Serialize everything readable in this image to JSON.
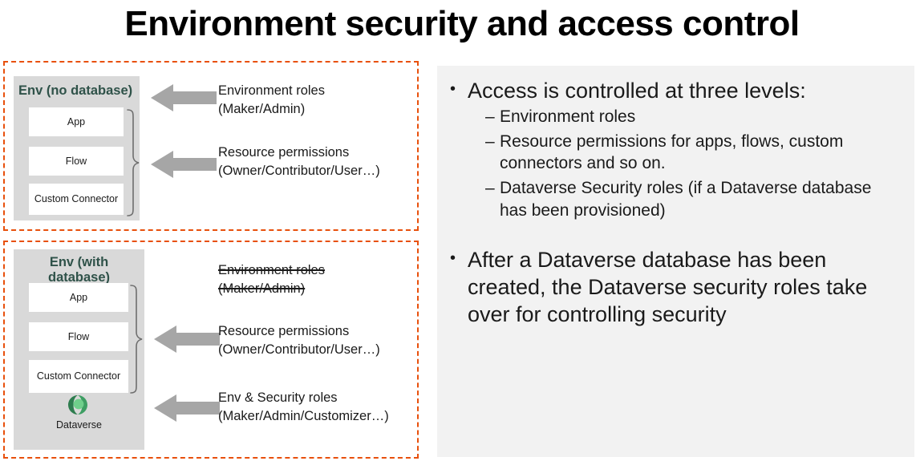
{
  "slide": {
    "title": "Environment security and access control"
  },
  "diagram": {
    "no_database": {
      "group_name": "Env (no database) group",
      "panel_title": "Env (no database)",
      "resources": [
        {
          "label": "App"
        },
        {
          "label": "Flow"
        },
        {
          "label": "Custom Connector"
        }
      ],
      "callouts": [
        {
          "line1": "Environment roles",
          "line2": "(Maker/Admin)",
          "struck": false,
          "has_arrow": true
        },
        {
          "line1": "Resource permissions",
          "line2": "(Owner/Contributor/User…)",
          "struck": false,
          "has_arrow": true
        }
      ]
    },
    "with_database": {
      "group_name": "Env (with database) group",
      "panel_title_line1": "Env (with",
      "panel_title_line2": "database)",
      "resources": [
        {
          "label": "App"
        },
        {
          "label": "Flow"
        },
        {
          "label": "Custom Connector"
        }
      ],
      "dataverse": {
        "label": "Dataverse",
        "icon": "dataverse-icon"
      },
      "callouts": [
        {
          "line1": "Environment roles",
          "line2": "(Maker/Admin)",
          "struck": true,
          "has_arrow": false
        },
        {
          "line1": "Resource permissions",
          "line2": "(Owner/Contributor/User…)",
          "struck": false,
          "has_arrow": true
        },
        {
          "line1": "Env & Security roles",
          "line2": "(Maker/Admin/Customizer…)",
          "struck": false,
          "has_arrow": true
        }
      ]
    }
  },
  "content": {
    "bullets": [
      {
        "marker": "•",
        "text": "Access is controlled at three levels:",
        "sub": [
          {
            "marker": "–",
            "text": "Environment roles"
          },
          {
            "marker": "–",
            "text": "Resource permissions for apps, flows, custom connectors and so on."
          },
          {
            "marker": "–",
            "text": "Dataverse Security roles (if a Dataverse database has been provisioned)"
          }
        ]
      },
      {
        "marker": "•",
        "text": "After a Dataverse database has been created, the Dataverse security roles take over for controlling security",
        "sub": []
      }
    ]
  },
  "colors": {
    "dashed_border": "#E8500C",
    "env_panel_bg": "#D9D9D9",
    "env_title": "#2F5249",
    "arrow_gray": "#A6A6A6",
    "right_panel_bg": "#F2F2F2",
    "dataverse_dark_green": "#2E7D4F",
    "dataverse_light_green": "#6FCF8B"
  }
}
